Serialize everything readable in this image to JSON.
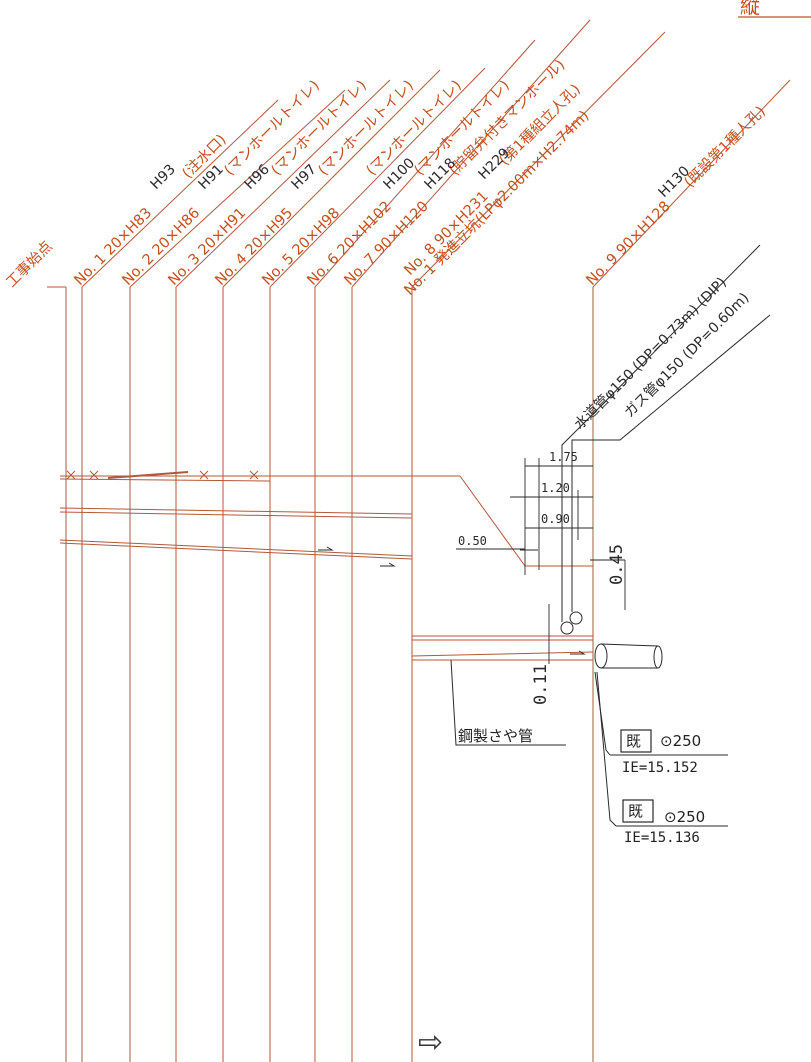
{
  "corner_title": "縦",
  "stations": [
    {
      "id": "start",
      "label": "工事始点"
    },
    {
      "id": "no1",
      "label": "No. 1 20×H83",
      "note": "(注水口)",
      "h_old": "H93"
    },
    {
      "id": "no2",
      "label": "No. 2 20×H86",
      "note": "(マンホールトイレ)",
      "h_old": "H91"
    },
    {
      "id": "no3",
      "label": "No. 3 20×H91",
      "note": "(マンホールトイレ)",
      "h_old": "H96"
    },
    {
      "id": "no4",
      "label": "No. 4 20×H95",
      "note": "(マンホールトイレ)",
      "h_old": "H97"
    },
    {
      "id": "no5",
      "label": "No. 5 20×H98",
      "note": "(マンホールトイレ)"
    },
    {
      "id": "no6",
      "label": "No. 6 20×H102",
      "note": "(マンホールトイレ)",
      "h_old": "H100"
    },
    {
      "id": "no7",
      "label": "No. 7 90×H120",
      "note": "(貯留弁付きマンホール)",
      "h_old": "H118"
    },
    {
      "id": "no8",
      "label": "No. 8 90×H231",
      "note": "(第1種組立人孔)",
      "h_old": "H229"
    },
    {
      "id": "shaft",
      "label": "No. 1 発進立坑(LPφ2.00m×H2.74m)"
    },
    {
      "id": "no9",
      "label": "No. 9 90×H128",
      "note": "(既設第1種人孔)",
      "h_old": "H130"
    }
  ],
  "utilities": {
    "water": "水道管φ150 (DP=0.73m) (DIP)",
    "gas": "ガス管φ150 (DP=0.60m)"
  },
  "dimensions": {
    "d175": "1.75",
    "d120": "1.20",
    "d090": "0.90",
    "d050": "0.50",
    "d045": "0.45",
    "d011": "0.11"
  },
  "sleeve_label": "鋼製さや管",
  "existing": [
    {
      "badge": "既",
      "size": "⊙250",
      "ie": "IE=15.152"
    },
    {
      "badge": "既",
      "size": "⊙250",
      "ie": "IE=15.136"
    }
  ],
  "flow_arrow": "⇨",
  "colors": {
    "orange": "#c4501f",
    "dark": "#2a2a2a",
    "line": "#b5573a"
  }
}
